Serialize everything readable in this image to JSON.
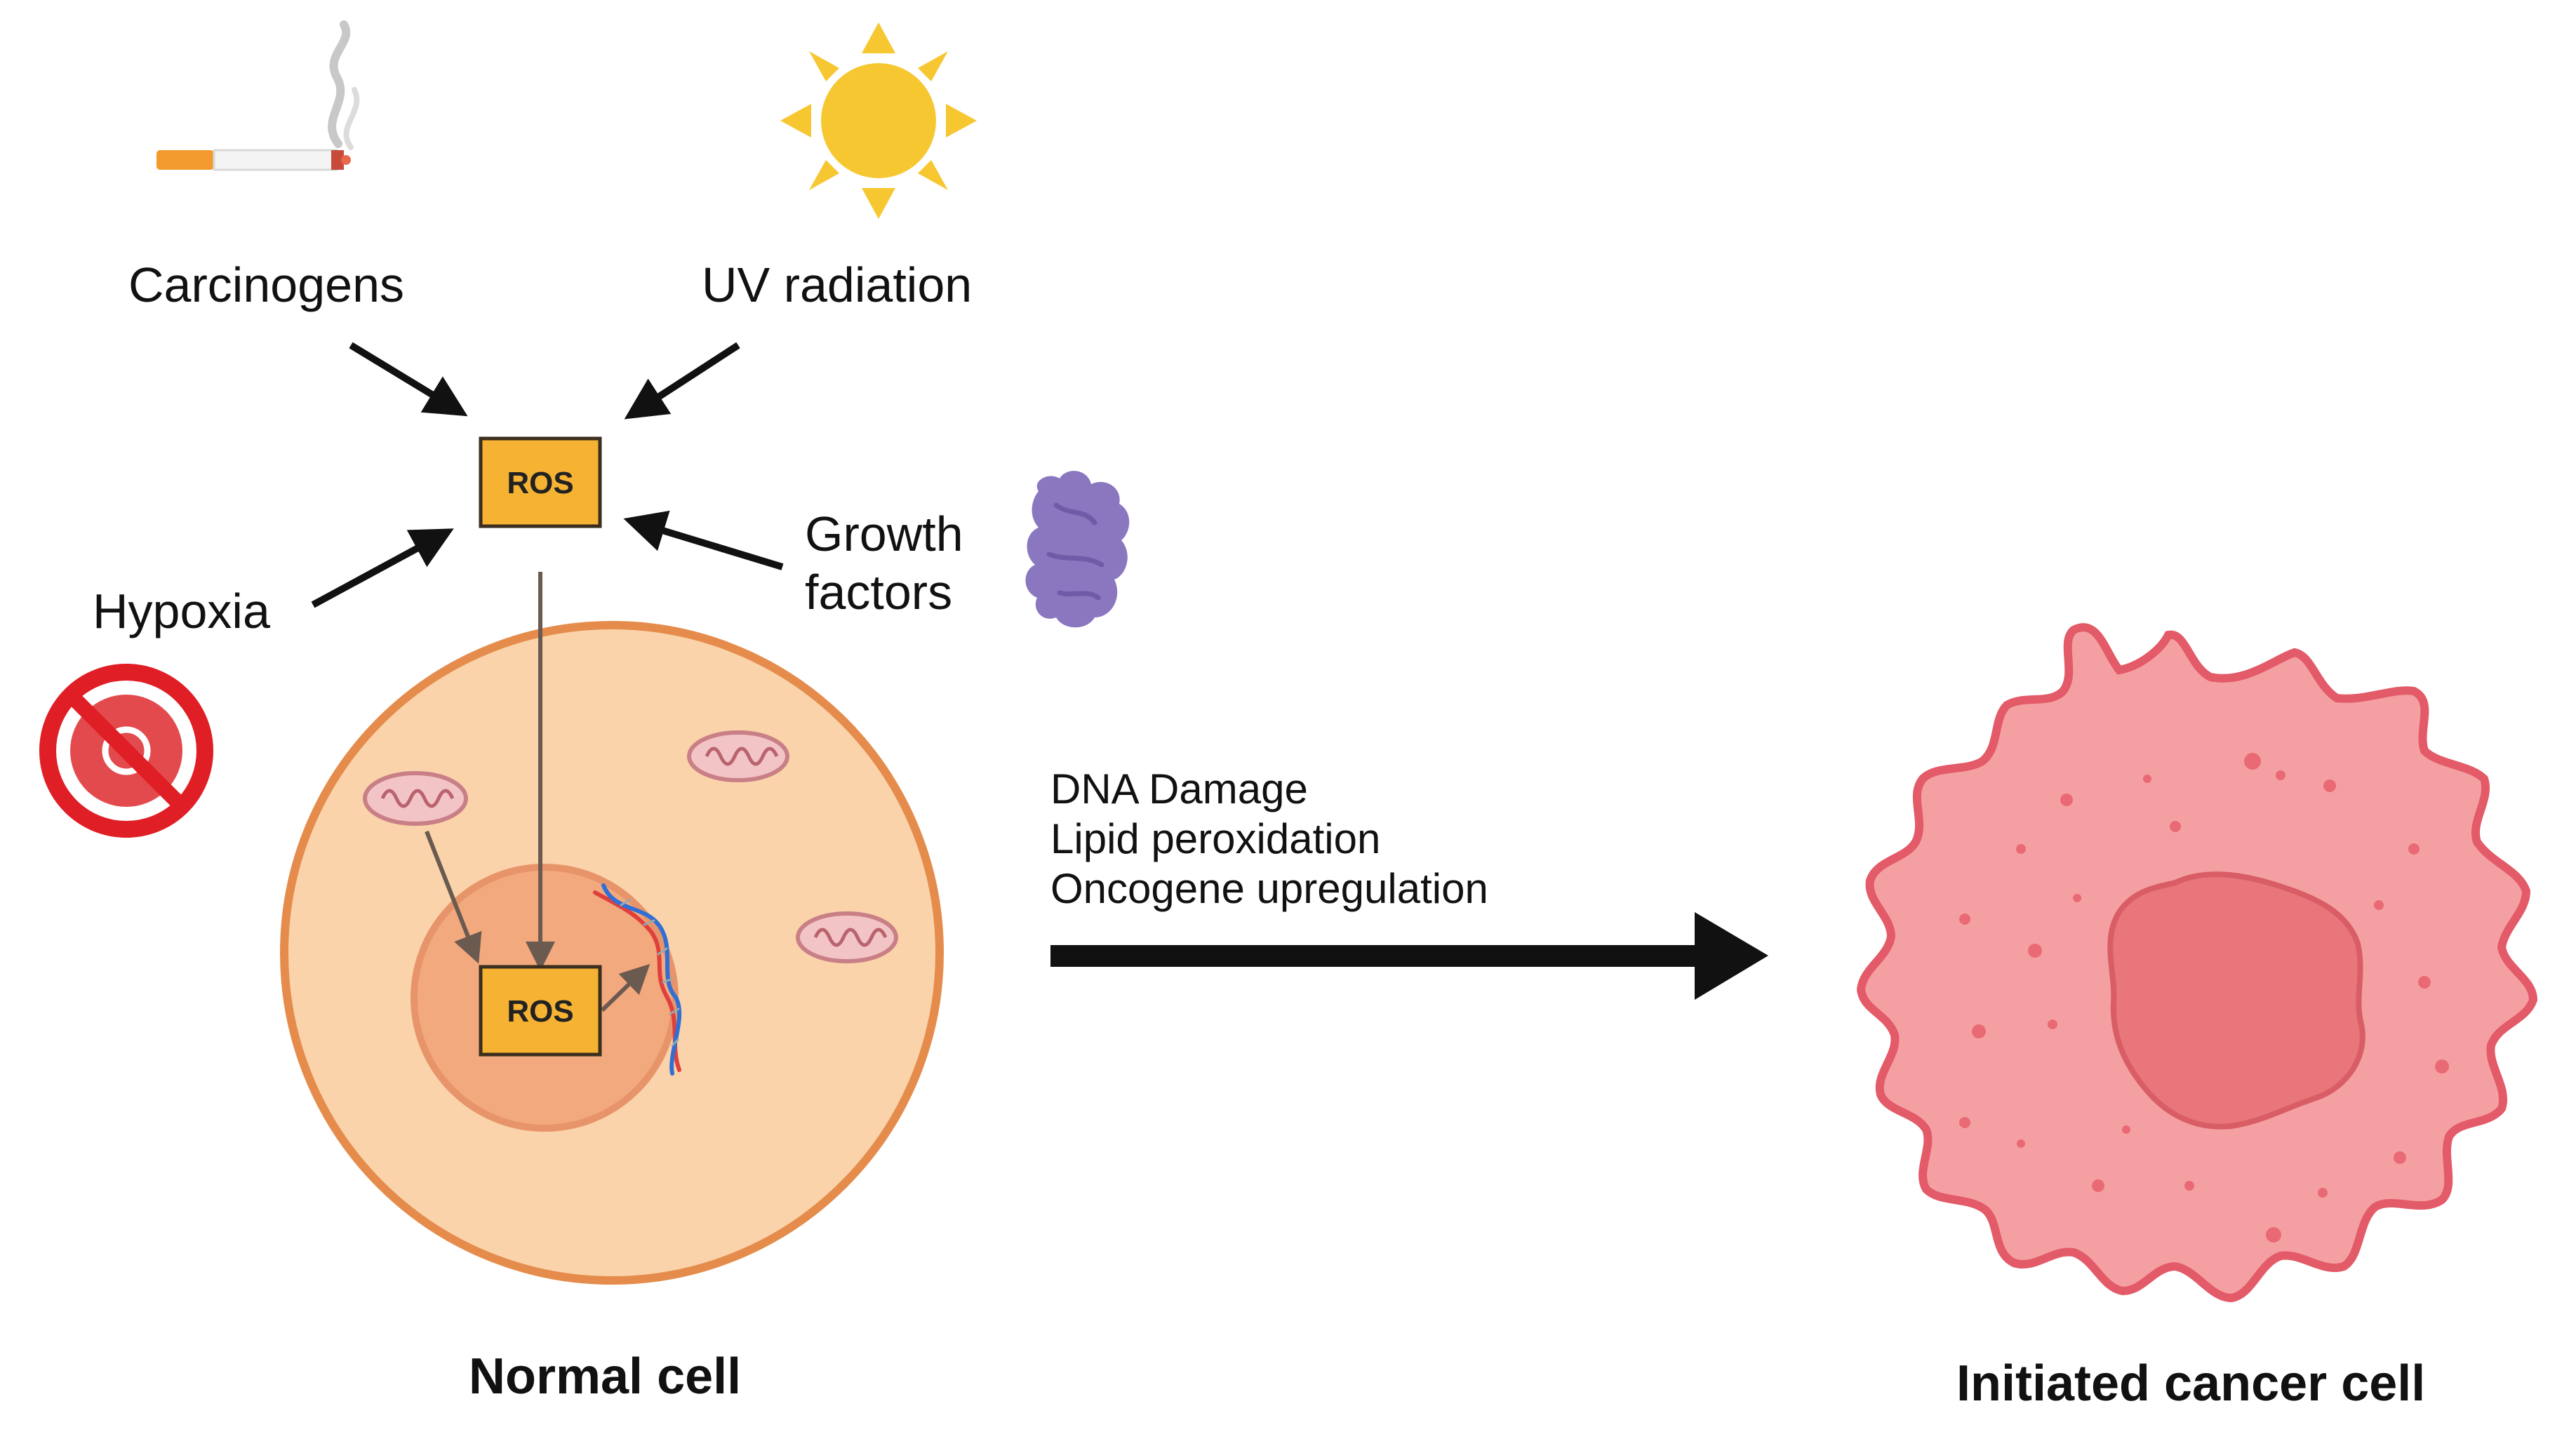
{
  "sources": {
    "carcinogens": "Carcinogens",
    "uv_radiation": "UV radiation",
    "hypoxia": "Hypoxia",
    "growth_factors_line1": "Growth",
    "growth_factors_line2": "factors"
  },
  "ros": {
    "top_label": "ROS",
    "nucleus_label": "ROS"
  },
  "effects": [
    "DNA Damage",
    "Lipid peroxidation",
    "Oncogene upregulation"
  ],
  "cells": {
    "normal_label": "Normal cell",
    "cancer_label": "Initiated cancer cell"
  },
  "colors": {
    "ros_box": "#F6B232",
    "normal_cytoplasm": "#FAD3AA",
    "normal_membrane": "#E58C4C",
    "nucleus": "#F2A97D",
    "cancer_cytoplasm": "#F4A0A3",
    "cancer_membrane": "#E35A68",
    "cancer_nucleus": "#E8767A",
    "sun": "#F7C731",
    "growth_factor": "#8A77BF",
    "hypoxia_ring": "#E01E25"
  }
}
